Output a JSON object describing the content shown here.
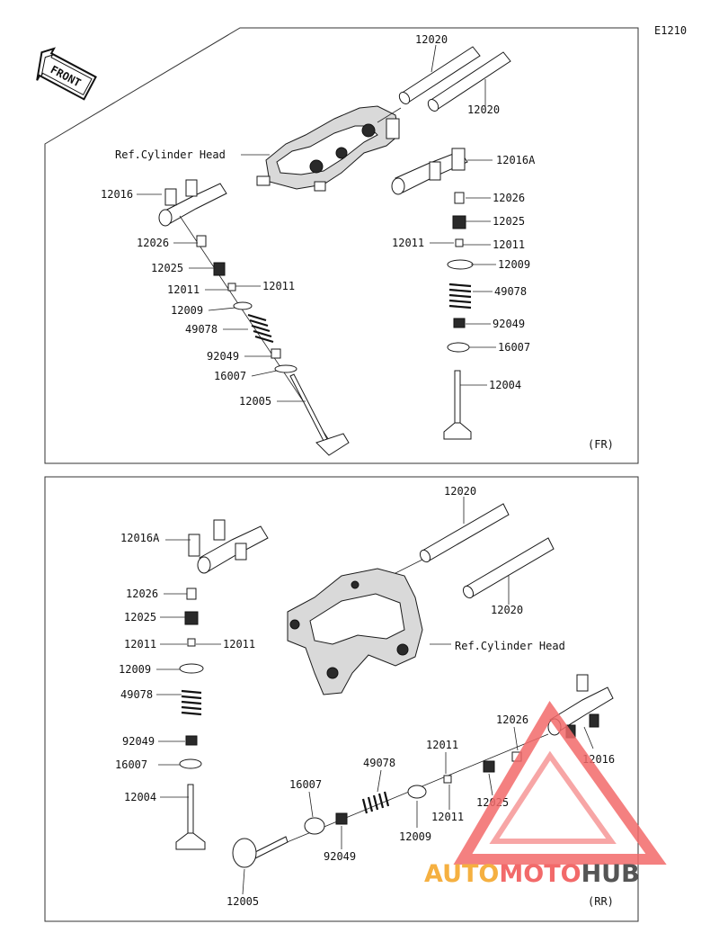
{
  "diagram_code": "E1210",
  "front_badge": "FRONT",
  "top_panel": {
    "corner_label": "(FR)",
    "ref_label": "Ref.Cylinder Head",
    "labels": {
      "shaft_a": "12020",
      "shaft_b": "12020",
      "rocker_left": "12016",
      "rocker_right": "12016A",
      "l_lifter": "12026",
      "l_adjuster": "12025",
      "l_cotter_a": "12011",
      "l_cotter_b": "12011",
      "l_retainer": "12009",
      "l_spring": "49078",
      "l_seal": "92049",
      "l_seat": "16007",
      "l_valve": "12005",
      "r_lifter": "12026",
      "r_adjuster": "12025",
      "r_cotter_a": "12011",
      "r_cotter_b": "12011",
      "r_retainer": "12009",
      "r_spring": "49078",
      "r_seal": "92049",
      "r_seat": "16007",
      "r_valve": "12004"
    }
  },
  "bottom_panel": {
    "corner_label": "(RR)",
    "ref_label": "Ref.Cylinder Head",
    "labels": {
      "shaft_a": "12020",
      "shaft_b": "12020",
      "rocker_left": "12016A",
      "rocker_right": "12016",
      "l_lifter": "12026",
      "l_adjuster": "12025",
      "l_cotter_a": "12011",
      "l_cotter_b": "12011",
      "l_retainer": "12009",
      "l_spring": "49078",
      "l_seal": "92049",
      "l_seat": "16007",
      "l_valve": "12004",
      "r_lifter": "12026",
      "r_adjuster": "12025",
      "r_cotter_a": "12011",
      "r_cotter_b": "12011",
      "r_retainer": "12009",
      "r_spring": "49078",
      "r_seal": "92049",
      "r_seat": "16007",
      "r_valve": "12005"
    }
  },
  "watermark": {
    "part1": "AUTO",
    "part2": "MOTO",
    "part3": "HUB",
    "color1": "#f5b041",
    "color2": "#f26a6a",
    "color3": "#555555"
  }
}
